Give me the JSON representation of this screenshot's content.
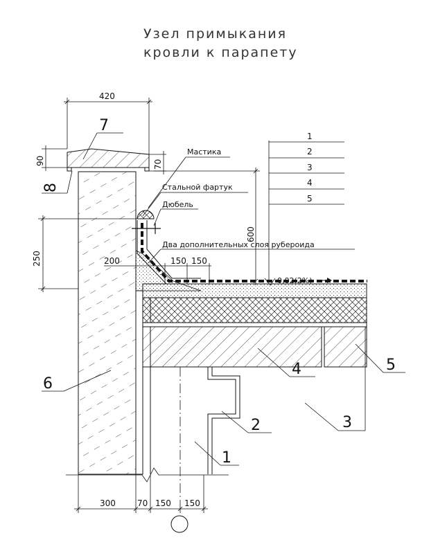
{
  "title_line1": "Узел примыкания",
  "title_line2": "кровли к парапету",
  "labels": {
    "mastika": "Мастика",
    "fartuk": "Стальной фартук",
    "dyubel": "Дюбель",
    "two_layers": "Два дополнительных слоя рубероида",
    "slope": "0,02(2%)"
  },
  "dimensions": {
    "top_width": "420",
    "d90": "90",
    "d70_top": "70",
    "d250": "250",
    "d600": "600",
    "d200": "200",
    "d150a": "150",
    "d150b": "150",
    "b300": "300",
    "b70": "70",
    "b150a": "150",
    "b150b": "150"
  },
  "layer_legend": [
    "1",
    "2",
    "3",
    "4",
    "5"
  ],
  "callouts": {
    "c1": "1",
    "c2": "2",
    "c3": "3",
    "c4": "4",
    "c5": "5",
    "c6": "6",
    "c7": "7",
    "c8": "8"
  }
}
